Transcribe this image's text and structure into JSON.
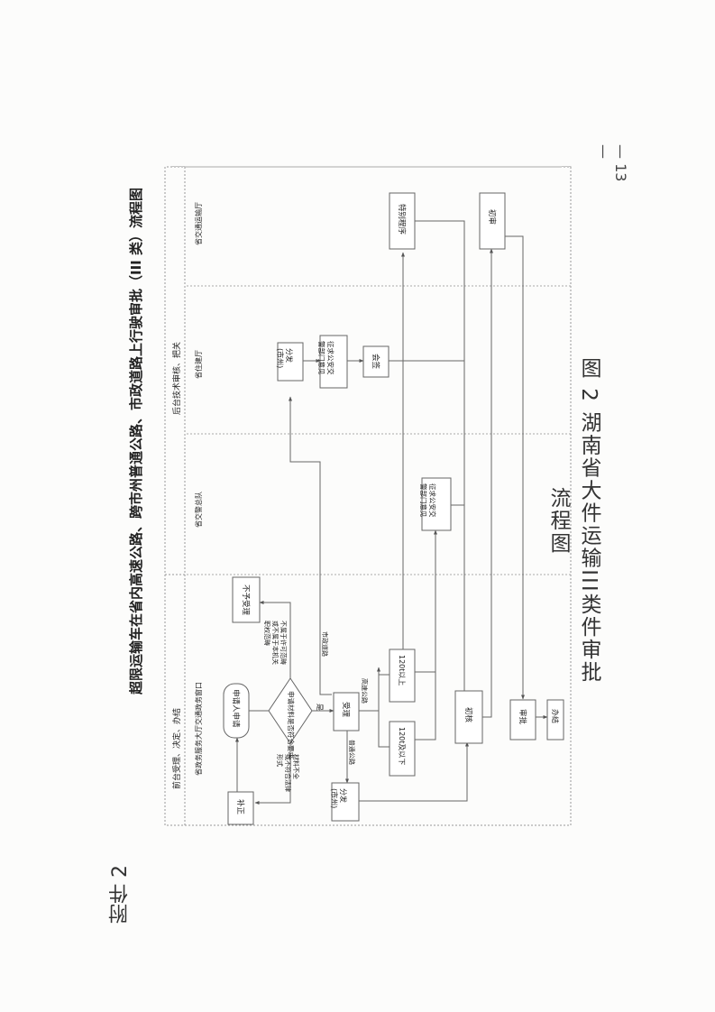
{
  "attachment_label": "附件 2",
  "page_number": "— 13 —",
  "diagram": {
    "title": "超限运输车在省内高速公路、跨市州普通公路、市政道路上行驶审批（III 类）流程图",
    "caption": "图 2 湖南省大件运输III类件审批流程图",
    "stage_front": "前台受理、决定、办结",
    "stage_back": "后台技术审核、把关",
    "lanes": {
      "gov_window": "省政务服务大厅交通政务窗口",
      "police": "省交警总队",
      "housing": "省住建厅",
      "transport": "省交通运输厅"
    },
    "nodes": {
      "apply": "申请人申请",
      "check_q": "申请材料是否符合要求",
      "reject": "不予受理",
      "correct": "补正",
      "accept": "受理",
      "dispatch_city": "分发\n(市州)",
      "le120": "120t及以下",
      "gt120": "120t以上",
      "review": "初核",
      "approve": "审批",
      "done": "办结",
      "dispatch_city2": "分发\n(市州)",
      "police_opinion1": "征求公安交警部门意见",
      "police_opinion2": "征求公安交警部门意见",
      "countersign": "会签",
      "special": "特别程序",
      "first_review": "初审"
    },
    "labels": {
      "incomplete": "材料不全\n或不符合法律形式",
      "out_scope": "不属于许可范畴\n或不属于本机关\n职权范畴",
      "yes": "是",
      "highway": "高速公路",
      "ordinary": "普通公路",
      "municipal": "市政道路"
    }
  }
}
